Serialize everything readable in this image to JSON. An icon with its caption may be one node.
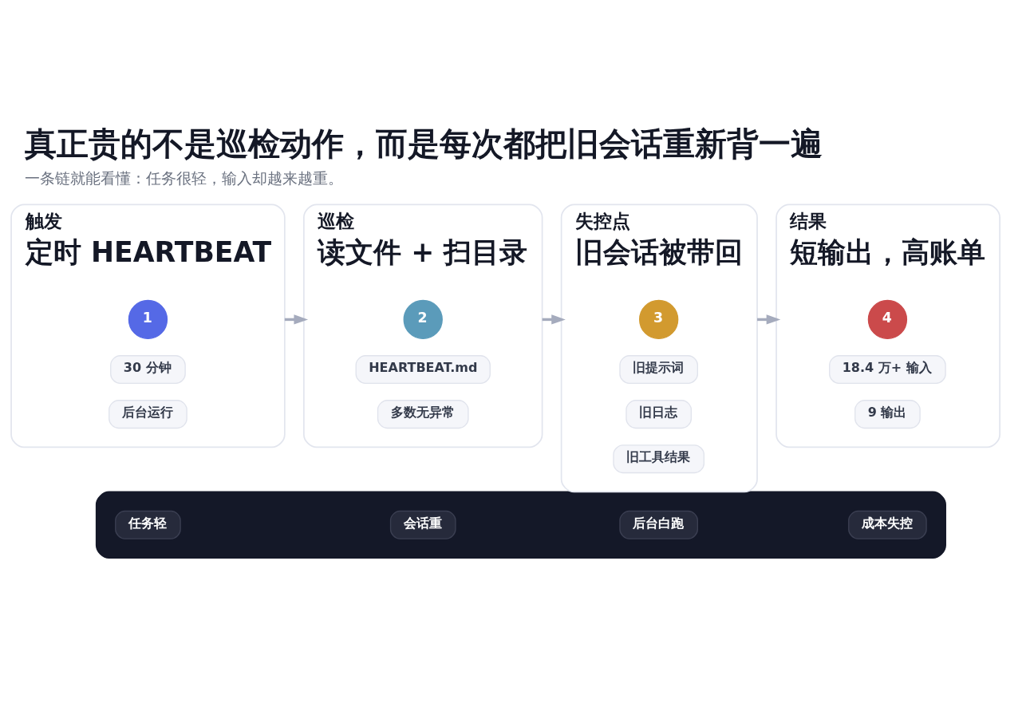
{
  "diagram": {
    "title": "真正贵的不是巡检动作，而是每次都把旧会话重新背一遍",
    "caption": "一条链就能看懂：任务很轻，输入却越来越重。",
    "nodes": [
      {
        "text": [
          "触发",
          "定时 HEARTBEAT"
        ]
      },
      {
        "text": [
          "1"
        ],
        "in": 0
      },
      {
        "text": [
          "30 分钟"
        ],
        "in": 0
      },
      {
        "text": [
          "后台运行"
        ],
        "in": 0
      },
      {
        "text": [
          "巡检",
          "读文件 + 扫目录"
        ]
      },
      {
        "text": [
          "2"
        ],
        "in": 4
      },
      {
        "text": [
          "HEARTBEAT.md"
        ],
        "in": 4
      },
      {
        "text": [
          "多数无异常"
        ],
        "in": 4
      },
      {
        "text": [
          "失控点",
          "旧会话被带回"
        ]
      },
      {
        "text": [
          "3"
        ],
        "in": 8
      },
      {
        "text": [
          "旧提示词"
        ],
        "in": 8
      },
      {
        "text": [
          "旧日志"
        ],
        "in": 8
      },
      {
        "text": [
          "旧工具结果"
        ],
        "in": 8
      },
      {
        "text": [
          "结果",
          "短输出，高账单"
        ]
      },
      {
        "text": [
          "4"
        ],
        "in": 13
      },
      {
        "text": [
          "18.4 万+ 输入"
        ],
        "in": 13
      },
      {
        "text": [
          "9 输出"
        ],
        "in": 13
      },
      {
        "text": [],
        "shape": "bar"
      },
      {
        "text": [
          "任务轻"
        ],
        "in": 17
      },
      {
        "text": [
          "会话重"
        ],
        "in": 17
      },
      {
        "text": [
          "后台白跑"
        ],
        "in": 17
      },
      {
        "text": [
          "成本失控"
        ],
        "in": 17
      }
    ],
    "edges": [
      {
        "from": 0,
        "to": 4,
        "arrow": "to"
      },
      {
        "from": 4,
        "to": 8,
        "arrow": "to"
      },
      {
        "from": 8,
        "to": 13,
        "arrow": "to"
      }
    ]
  }
}
